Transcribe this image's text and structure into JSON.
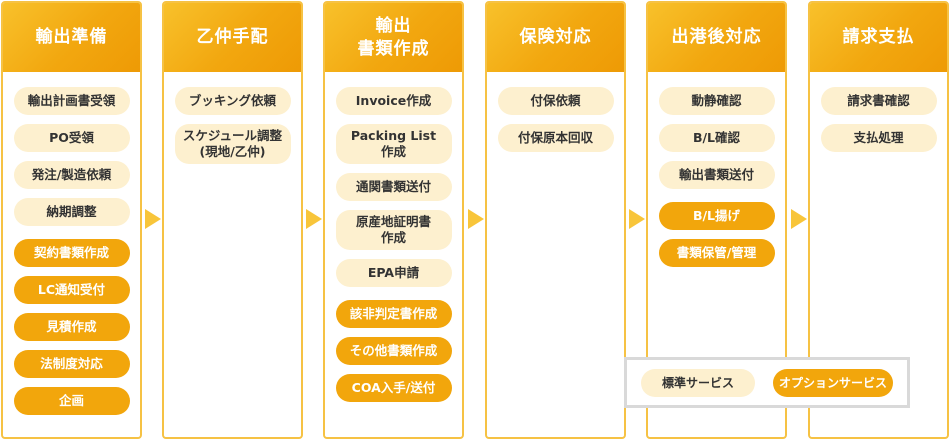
{
  "columns": [
    {
      "header": "輸出準備",
      "items": [
        {
          "label": "輸出計画書受領",
          "type": "standard"
        },
        {
          "label": "PO受領",
          "type": "standard"
        },
        {
          "label": "発注/製造依頼",
          "type": "standard"
        },
        {
          "label": "納期調整",
          "type": "standard"
        },
        {
          "label": "契約書類作成",
          "type": "option"
        },
        {
          "label": "LC通知受付",
          "type": "option"
        },
        {
          "label": "見積作成",
          "type": "option"
        },
        {
          "label": "法制度対応",
          "type": "option"
        },
        {
          "label": "企画",
          "type": "option"
        }
      ]
    },
    {
      "header": "乙仲手配",
      "items": [
        {
          "label": "ブッキング依頼",
          "type": "standard"
        },
        {
          "label": "スケジュール調整\n(現地/乙仲)",
          "type": "standard"
        }
      ]
    },
    {
      "header": "輸出\n書類作成",
      "items": [
        {
          "label": "Invoice作成",
          "type": "standard"
        },
        {
          "label": "Packing List\n作成",
          "type": "standard"
        },
        {
          "label": "通関書類送付",
          "type": "standard"
        },
        {
          "label": "原産地証明書\n作成",
          "type": "standard"
        },
        {
          "label": "EPA申請",
          "type": "standard"
        },
        {
          "label": "該非判定書作成",
          "type": "option"
        },
        {
          "label": "その他書類作成",
          "type": "option"
        },
        {
          "label": "COA入手/送付",
          "type": "option"
        }
      ]
    },
    {
      "header": "保険対応",
      "items": [
        {
          "label": "付保依頼",
          "type": "standard"
        },
        {
          "label": "付保原本回収",
          "type": "standard"
        }
      ]
    },
    {
      "header": "出港後対応",
      "items": [
        {
          "label": "動静確認",
          "type": "standard"
        },
        {
          "label": "B/L確認",
          "type": "standard"
        },
        {
          "label": "輸出書類送付",
          "type": "standard"
        },
        {
          "label": "B/L揚げ",
          "type": "option"
        },
        {
          "label": "書類保管/管理",
          "type": "option"
        }
      ]
    },
    {
      "header": "請求支払",
      "items": [
        {
          "label": "請求書確認",
          "type": "standard"
        },
        {
          "label": "支払処理",
          "type": "standard"
        }
      ]
    }
  ],
  "legend": {
    "standard_label": "標準サービス",
    "option_label": "オプションサービス"
  },
  "colors": {
    "header_orange": "#f2a70f",
    "standard_pill": "#fdf0cf",
    "option_pill": "#f2a60c",
    "border": "#f6c244"
  }
}
